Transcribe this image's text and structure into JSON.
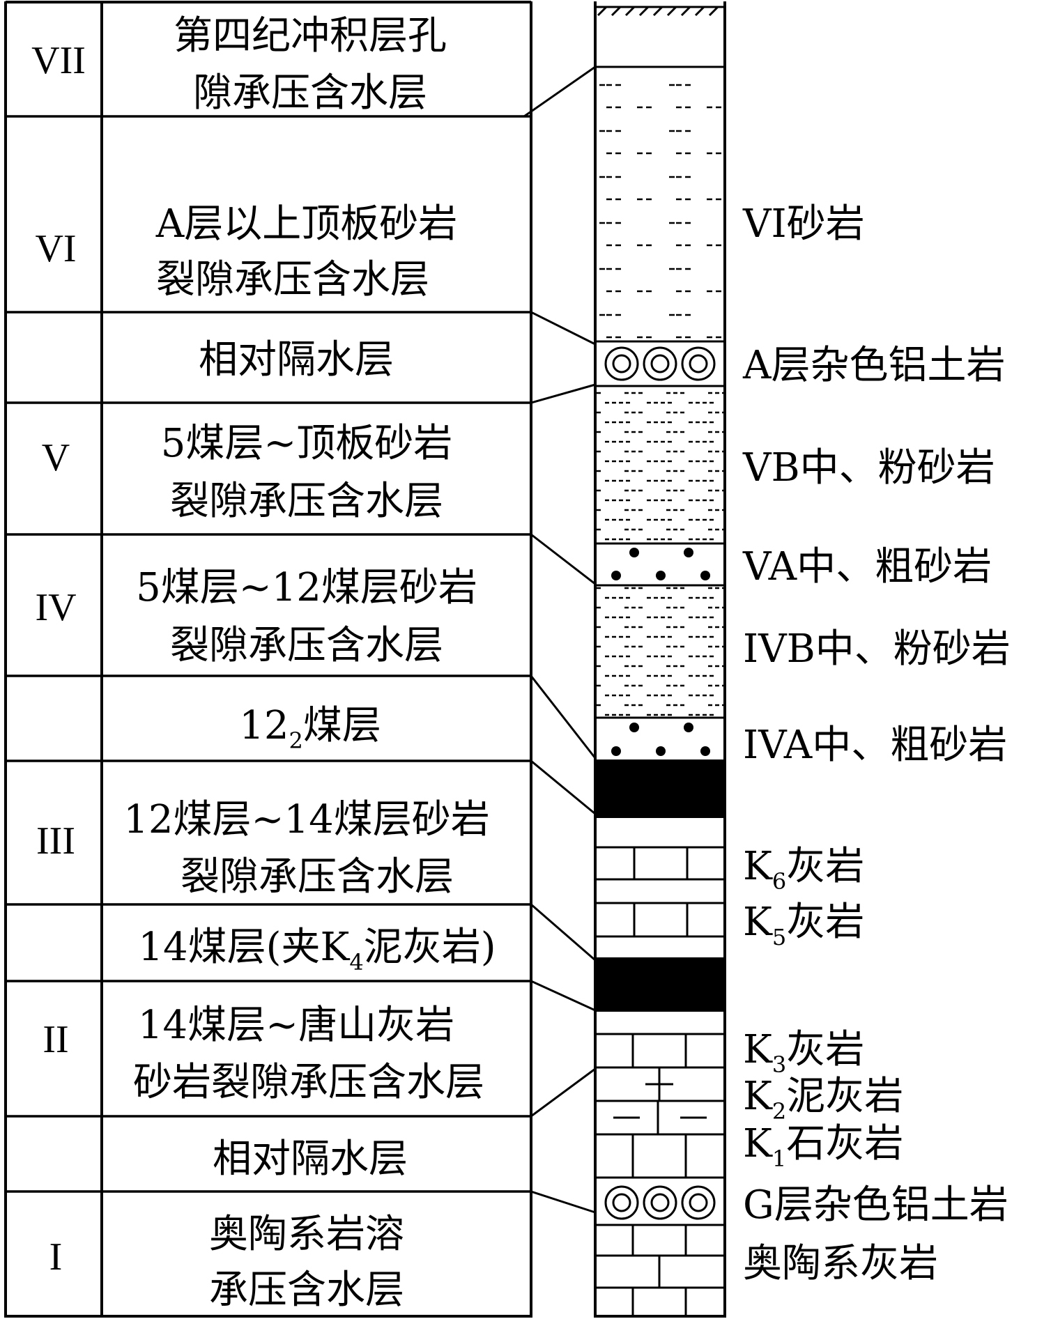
{
  "aquifers": [
    {
      "roman": "VII",
      "line1": "第四纪冲积层孔",
      "line2": "隙承压含水层"
    },
    {
      "roman": "VI",
      "line1": "A层以上顶板砂岩",
      "line2": "裂隙承压含水层"
    },
    {
      "roman": "",
      "line1": "相对隔水层",
      "line2": ""
    },
    {
      "roman": "V",
      "line1": "5煤层~顶板砂岩",
      "line2": "裂隙承压含水层"
    },
    {
      "roman": "IV",
      "line1": "5煤层~12煤层砂岩",
      "line2": "裂隙承压含水层"
    },
    {
      "roman": "",
      "line1": "12",
      "line1_sub": "2",
      "line1_after": "煤层",
      "line2": ""
    },
    {
      "roman": "III",
      "line1": "12煤层~14煤层砂岩",
      "line2": "裂隙承压含水层"
    },
    {
      "roman": "",
      "line1": "14煤层(夹K",
      "line1_sub": "4",
      "line1_after": "泥灰岩)",
      "line2": ""
    },
    {
      "roman": "II",
      "line1": "14煤层~唐山灰岩",
      "line2": "砂岩裂隙承压含水层"
    },
    {
      "roman": "",
      "line1": "相对隔水层",
      "line2": ""
    },
    {
      "roman": "I",
      "line1": "奥陶系岩溶",
      "line2": "承压含水层"
    }
  ],
  "lithology_labels": [
    {
      "main": "VI砂岩"
    },
    {
      "main": "A层杂色铝土岩"
    },
    {
      "main": "VB中、粉砂岩"
    },
    {
      "main": "VA中、粗砂岩"
    },
    {
      "main": "IVB中、粉砂岩"
    },
    {
      "main": "IVA中、粗砂岩"
    },
    {
      "pre": "K",
      "sub": "6",
      "post": "灰岩"
    },
    {
      "pre": "K",
      "sub": "5",
      "post": "灰岩"
    },
    {
      "pre": "K",
      "sub": "3",
      "post": "灰岩"
    },
    {
      "pre": "K",
      "sub": "2",
      "post": "泥灰岩"
    },
    {
      "pre": "K",
      "sub": "1",
      "post": "石灰岩"
    },
    {
      "main": "G层杂色铝土岩"
    },
    {
      "main": "奥陶系灰岩"
    }
  ],
  "colors": {
    "line": "#000000",
    "coal": "#000000",
    "background": "#ffffff"
  }
}
